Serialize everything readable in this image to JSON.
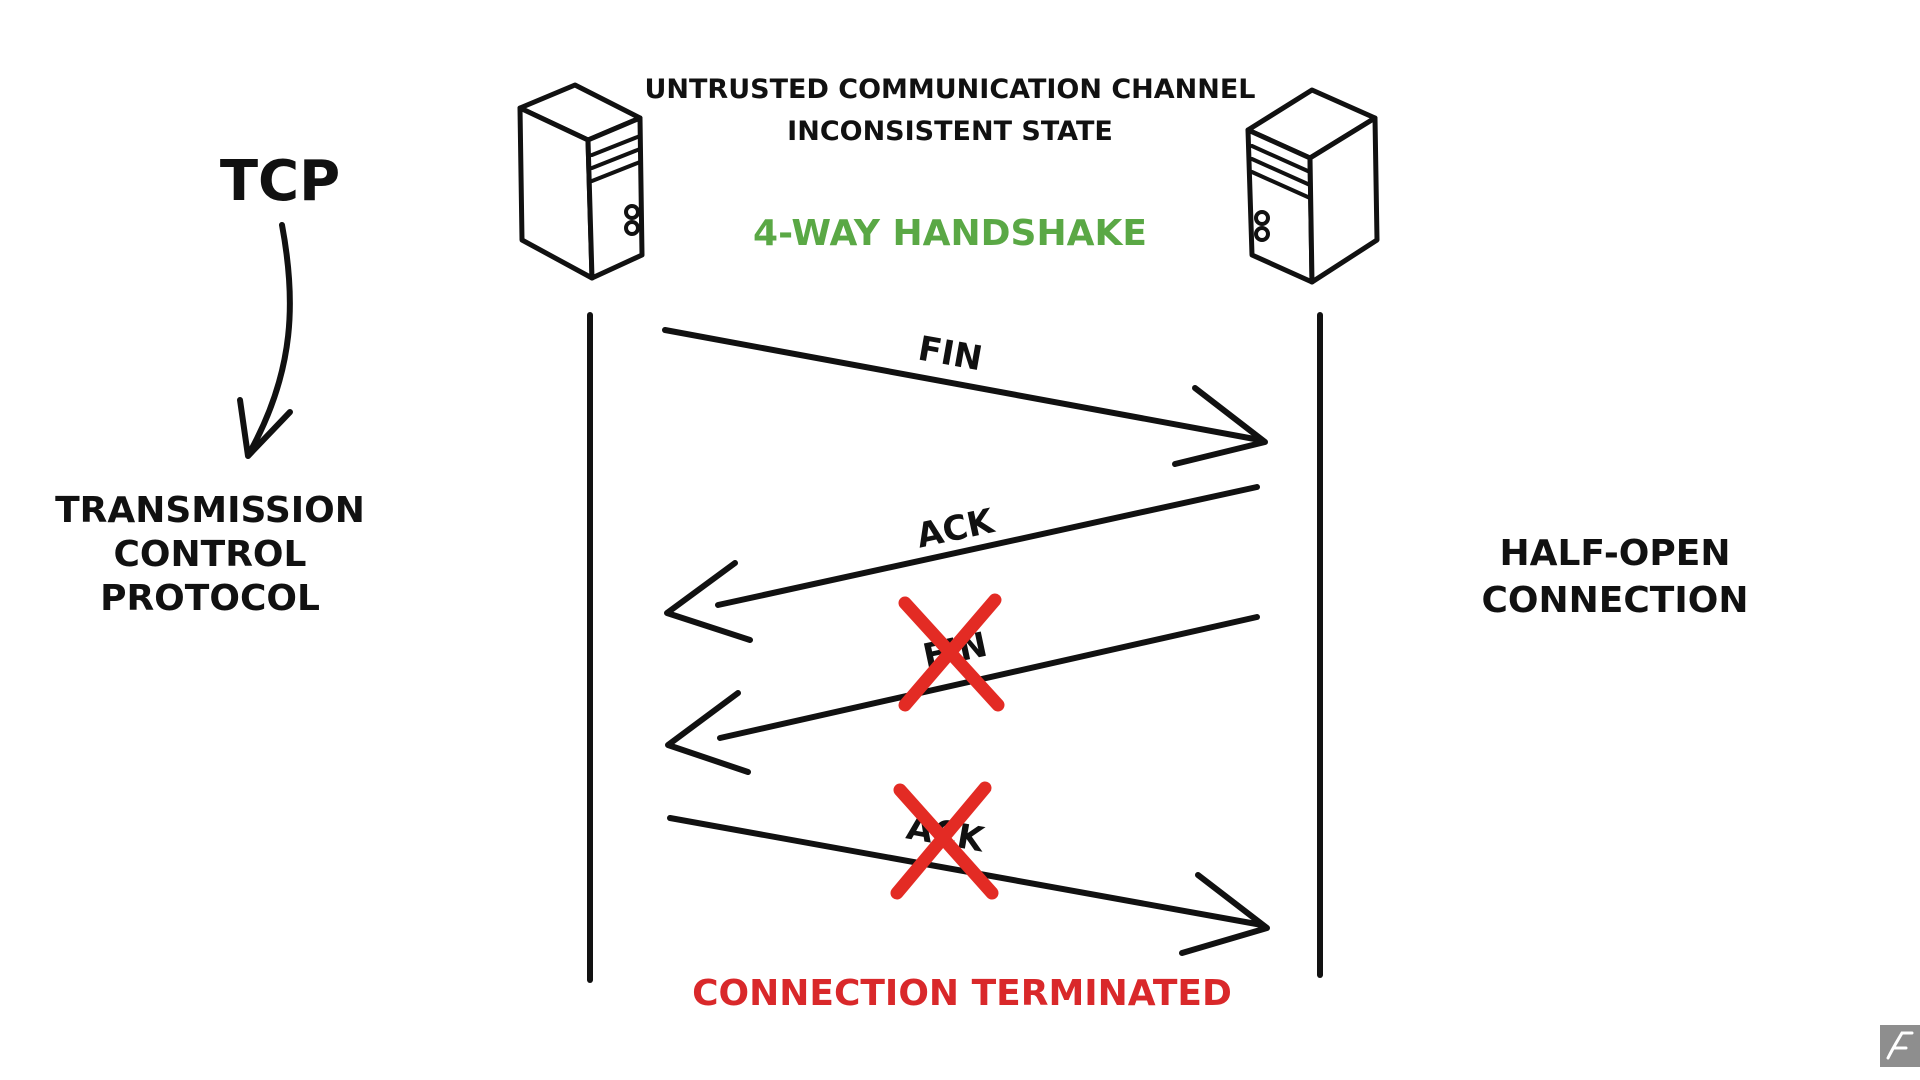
{
  "header": {
    "line1": "UNTRUSTED COMMUNICATION CHANNEL",
    "line2": "INCONSISTENT STATE",
    "handshake": "4-WAY HANDSHAKE"
  },
  "left": {
    "acronym": "TCP",
    "full_line1": "TRANSMISSION",
    "full_line2": "CONTROL",
    "full_line3": "PROTOCOL"
  },
  "right": {
    "line1": "HALF-OPEN",
    "line2": "CONNECTION"
  },
  "messages": [
    {
      "label": "FIN",
      "direction": "left-to-right",
      "crossed": false
    },
    {
      "label": "ACK",
      "direction": "right-to-left",
      "crossed": false
    },
    {
      "label": "FIN",
      "direction": "right-to-left",
      "crossed": true
    },
    {
      "label": "ACK",
      "direction": "left-to-right",
      "crossed": true
    }
  ],
  "footer": {
    "status": "CONNECTION TERMINATED"
  },
  "colors": {
    "ink": "#111111",
    "handshake": "#5aa845",
    "terminated": "#d9282a",
    "cross": "#e32b24",
    "background": "#ffffff",
    "logo_bg": "#8e8e8e"
  },
  "icons": {
    "server": "server-tower-icon",
    "logo": "channel-logo-icon"
  }
}
